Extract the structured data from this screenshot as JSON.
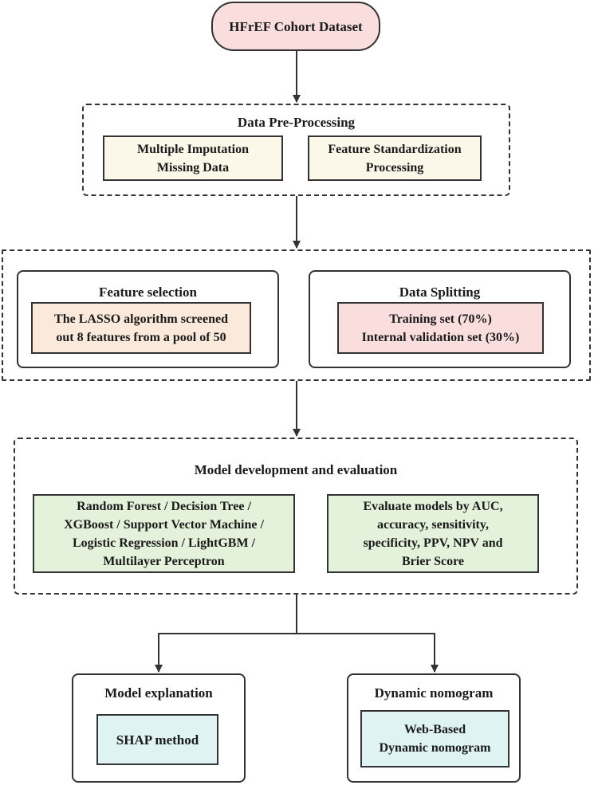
{
  "colors": {
    "pink": "#fadddd",
    "cream": "#fbf8e9",
    "peach": "#fbe9dc",
    "green": "#e4f2db",
    "cyan": "#dff3f3"
  },
  "start": {
    "label": "HFrEF Cohort Dataset"
  },
  "preprocessing": {
    "title": "Data Pre-Processing",
    "box1": [
      "Multiple Imputation",
      "Missing Data"
    ],
    "box2": [
      "Feature Standardization",
      "Processing"
    ]
  },
  "feature_selection": {
    "title": "Feature selection",
    "lines": [
      "The LASSO algorithm screened",
      "out 8 features from a pool of 50"
    ]
  },
  "data_splitting": {
    "title": "Data Splitting",
    "lines": [
      "Training set  (70%)",
      "Internal validation set (30%)"
    ]
  },
  "model_dev": {
    "title": "Model development and evaluation",
    "models": [
      "Random Forest  /  Decision Tree  /",
      "XGBoost  /  Support Vector Machine /",
      "Logistic Regression  /  LightGBM /",
      "Multilayer Perceptron"
    ],
    "evaluation": [
      "Evaluate models by AUC,",
      "accuracy, sensitivity,",
      "specificity, PPV, NPV and",
      "Brier Score"
    ]
  },
  "explanation": {
    "title": "Model explanation",
    "label": "SHAP method"
  },
  "nomogram": {
    "title": "Dynamic nomogram",
    "lines": [
      "Web-Based",
      "Dynamic nomogram"
    ]
  }
}
